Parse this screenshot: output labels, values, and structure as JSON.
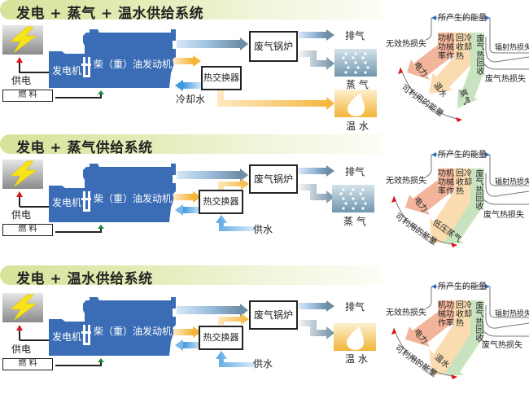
{
  "sections": [
    {
      "title": "发电 + 蒸气 + 温水供给系统",
      "power_label": "供电",
      "fuel_label": "燃 料",
      "generator_label": "发电机",
      "engine_label": "柴（重）油发动机",
      "boiler_label": "废气锅炉",
      "heat_exchanger_label": "热交换器",
      "exhaust_label": "排气",
      "cooling_water_label": "冷却水",
      "outputs": [
        {
          "label": "蒸 气",
          "icon": "steam-icon"
        },
        {
          "label": "温 水",
          "icon": "water-drop-icon"
        }
      ],
      "energy": {
        "produced": "所产生的能量",
        "invalid_loss": "无效热损失",
        "radiation_loss": "辐射热损失",
        "exhaust_loss": "废气热损失",
        "usable": "可利用的能量",
        "col1": "功机械功率",
        "col1a": "功机",
        "col1b": "功械",
        "col1c": "率作",
        "col2a": "回冷",
        "col2b": "收却",
        "col2c": "热",
        "col3": "废气热回收",
        "arrow1": "电力",
        "arrow2": "温水",
        "arrow3": "蒸气"
      }
    },
    {
      "title": "发电 + 蒸气供给系统",
      "power_label": "供电",
      "fuel_label": "燃 料",
      "generator_label": "发电机",
      "engine_label": "柴（重）油发动机",
      "boiler_label": "废气锅炉",
      "heat_exchanger_label": "热交换器",
      "exhaust_label": "排气",
      "supply_water_label": "供水",
      "outputs": [
        {
          "label": "蒸 气",
          "icon": "steam-icon"
        }
      ],
      "energy": {
        "produced": "所产生的能量",
        "invalid_loss": "无效热损失",
        "radiation_loss": "辐射热损失",
        "exhaust_loss": "废气热损失",
        "usable": "可利用的能量",
        "col1a": "功机",
        "col1b": "功械",
        "col1c": "率作",
        "col2a": "回冷",
        "col2b": "收却",
        "col2c": "热",
        "col3": "废气热回收",
        "arrow1": "电力",
        "arrow2": "低压蒸气"
      }
    },
    {
      "title": "发电 + 温水供给系统",
      "power_label": "供电",
      "fuel_label": "燃 料",
      "generator_label": "发电机",
      "engine_label": "柴（重）油发动机",
      "boiler_label": "废气锅炉",
      "heat_exchanger_label": "热交换器",
      "exhaust_label": "排气",
      "supply_water_label": "供水",
      "outputs": [
        {
          "label": "温 水",
          "icon": "water-drop-icon"
        }
      ],
      "energy": {
        "produced": "所产生的能量",
        "invalid_loss": "无效热损失",
        "radiation_loss": "辐射热损失",
        "exhaust_loss": "废气热损失",
        "usable": "可利用的能量",
        "col1a": "机功",
        "col1b": "械功",
        "col1c": "作率",
        "col2a": "回冷",
        "col2b": "收却",
        "col2c": "热",
        "col3": "废气热回收",
        "arrow1": "电力",
        "arrow2": "温水"
      }
    }
  ],
  "colors": {
    "engine_blue": "#3a6db5",
    "exhaust_arrow": "#6d93b0",
    "hot_arrow": "#f3b63a",
    "cold_arrow": "#4fa2e0",
    "power_arrow_red": "#e0121b",
    "fuel_arrow_green": "#1a8a3a",
    "salmon": "#f2b49a",
    "peach": "#fbdcb0",
    "mint": "#c8e3bf"
  }
}
